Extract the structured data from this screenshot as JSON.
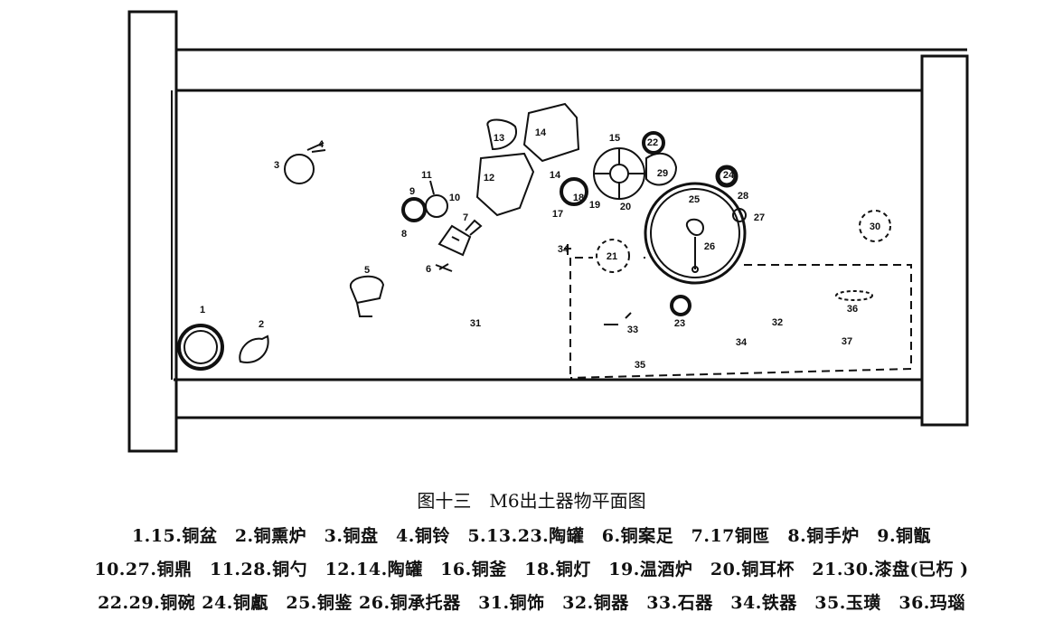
{
  "caption": {
    "title": "图十三　M6出土器物平面图",
    "lines": [
      "1.15.铜盆　2.铜熏炉　3.铜盘　4.铜铃　5.13.23.陶罐　6.铜案足　7.17铜匜　8.铜手炉　9.铜甑",
      "10.27.铜鼎　11.28.铜勺　12.14.陶罐　16.铜釜　18.铜灯　19.温酒炉　20.铜耳杯　21.30.漆盘(已朽 )",
      "22.29.铜碗 24.铜甗　25.铜鉴 26.铜承托器　31.铜饰　32.铜器　33.石器　34.铁器　35.玉璜　36.玛瑙"
    ]
  },
  "plan": {
    "labels": [
      "1",
      "2",
      "3",
      "4",
      "5",
      "6",
      "7",
      "8",
      "9",
      "10",
      "11",
      "12",
      "13",
      "14",
      "14",
      "15",
      "17",
      "18",
      "19",
      "20",
      "21",
      "22",
      "23",
      "24",
      "25",
      "26",
      "27",
      "28",
      "29",
      "30",
      "31",
      "32",
      "33",
      "34",
      "35",
      "36",
      "37",
      "34"
    ]
  }
}
